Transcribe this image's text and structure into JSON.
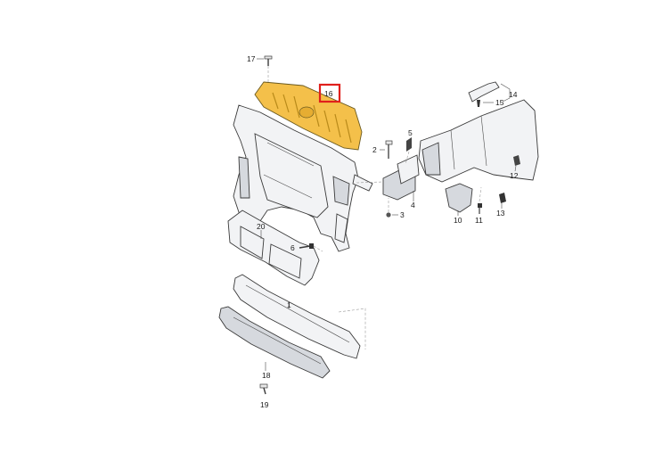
{
  "labels": {
    "p1": "1",
    "p2": "2",
    "p3": "3",
    "p4": "4",
    "p5": "5",
    "p6": "6",
    "p10": "10",
    "p11": "11",
    "p12": "12",
    "p13": "13",
    "p14": "14",
    "p15": "15",
    "p16": "16",
    "p17": "17",
    "p18": "18",
    "p19": "19",
    "p20": "20"
  },
  "highlight": {
    "part": "16",
    "fill_color": "#f4c04a",
    "outline_color": "#e0201c"
  }
}
